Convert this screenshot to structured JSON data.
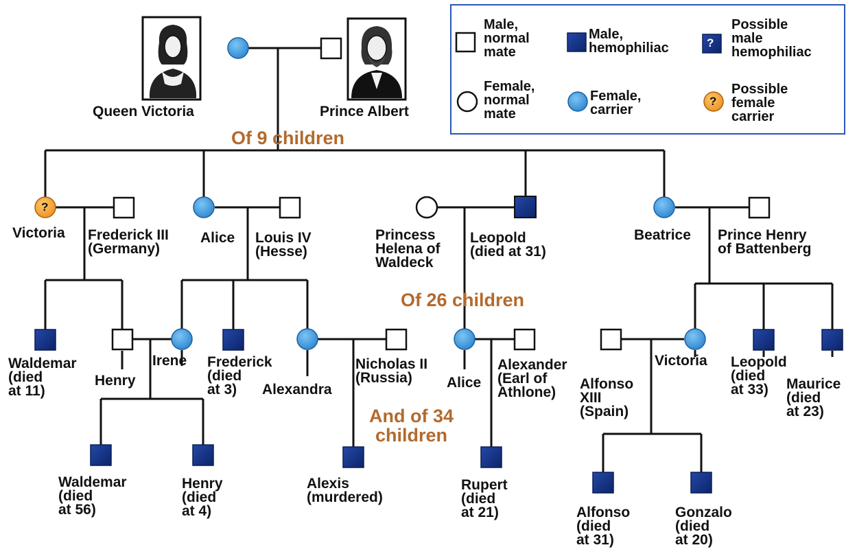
{
  "legend": {
    "male_normal": "Male,\nnormal\nmate",
    "male_hemophiliac": "Male,\nhemophiliac",
    "possible_male": "Possible\nmale\nhemophiliac",
    "female_normal": "Female,\nnormal\nmate",
    "female_carrier": "Female,\ncarrier",
    "possible_female": "Possible\nfemale\ncarrier",
    "question_mark": "?"
  },
  "generations": {
    "gen1": "Of 9 children",
    "gen2": "Of 26 children",
    "gen3": "And of 34\nchildren"
  },
  "people": {
    "queen_victoria": "Queen Victoria",
    "prince_albert": "Prince Albert",
    "victoria_g1": "Victoria",
    "frederick_iii": "Frederick III\n(Germany)",
    "alice_g1": "Alice",
    "louis_iv": "Louis IV\n(Hesse)",
    "princess_helena": "Princess\nHelena of\nWaldeck",
    "leopold_g1": "Leopold\n(died at 31)",
    "beatrice": "Beatrice",
    "prince_henry": "Prince Henry\nof Battenberg",
    "waldemar_g2": "Waldemar\n(died\nat 11)",
    "henry_g2": "Henry",
    "irene": "Irene",
    "frederick_g2": "Frederick\n(died\nat 3)",
    "alexandra": "Alexandra",
    "nicholas_ii": "Nicholas II\n(Russia)",
    "alice_g2": "Alice",
    "alexander": "Alexander\n(Earl of\nAthlone)",
    "alfonso_xiii": "Alfonso\nXIII\n(Spain)",
    "victoria_g2": "Victoria",
    "leopold_g2": "Leopold\n(died\nat 33)",
    "maurice": "Maurice\n(died\nat 23)",
    "waldemar_g3": "Waldemar\n(died\nat 56)",
    "henry_g3": "Henry\n(died\nat 4)",
    "alexis": "Alexis\n(murdered)",
    "rupert": "Rupert\n(died\nat 21)",
    "alfonso_g3": "Alfonso\n(died\nat 31)",
    "gonzalo": "Gonzalo\n(died\nat 20)"
  },
  "colors": {
    "carrier_fill": "#3d9be0",
    "hemophiliac_fill": "#12317f",
    "possible_female_fill": "#f2a23a",
    "generation_text": "#b36a2d",
    "legend_border": "#2a56b8",
    "line": "#111111"
  },
  "icons": {
    "queen_portrait": "portrait-woman-icon",
    "albert_portrait": "portrait-man-icon"
  }
}
